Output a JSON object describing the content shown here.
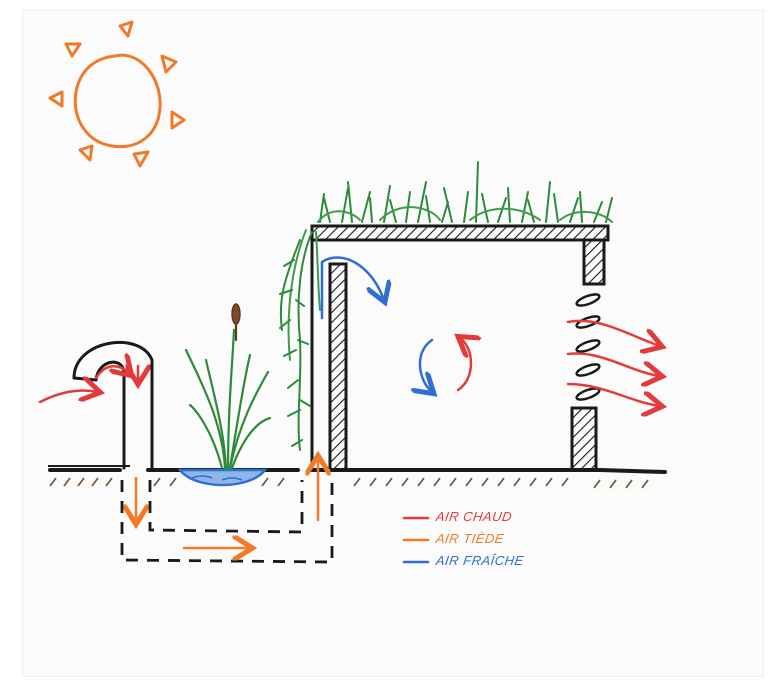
{
  "legend": {
    "items": [
      {
        "label": "AIR CHAUD",
        "color": "#e23b3b"
      },
      {
        "label": "AIR TIÈDE",
        "color": "#f07a28"
      },
      {
        "label": "AIR FRAÎCHE",
        "color": "#2f6fd1"
      }
    ]
  },
  "colors": {
    "hot": "#e23b3b",
    "warm": "#f07a28",
    "cool": "#2f6fd1",
    "sun": "#f07a28",
    "vegetation": "#2e8a3a",
    "ink": "#1a1a1a",
    "soil": "#7a5a3a",
    "water": "#3a7bd5"
  },
  "icons": [
    "sun-icon",
    "reed-plant-icon",
    "green-roof-icon",
    "air-intake-icon"
  ]
}
